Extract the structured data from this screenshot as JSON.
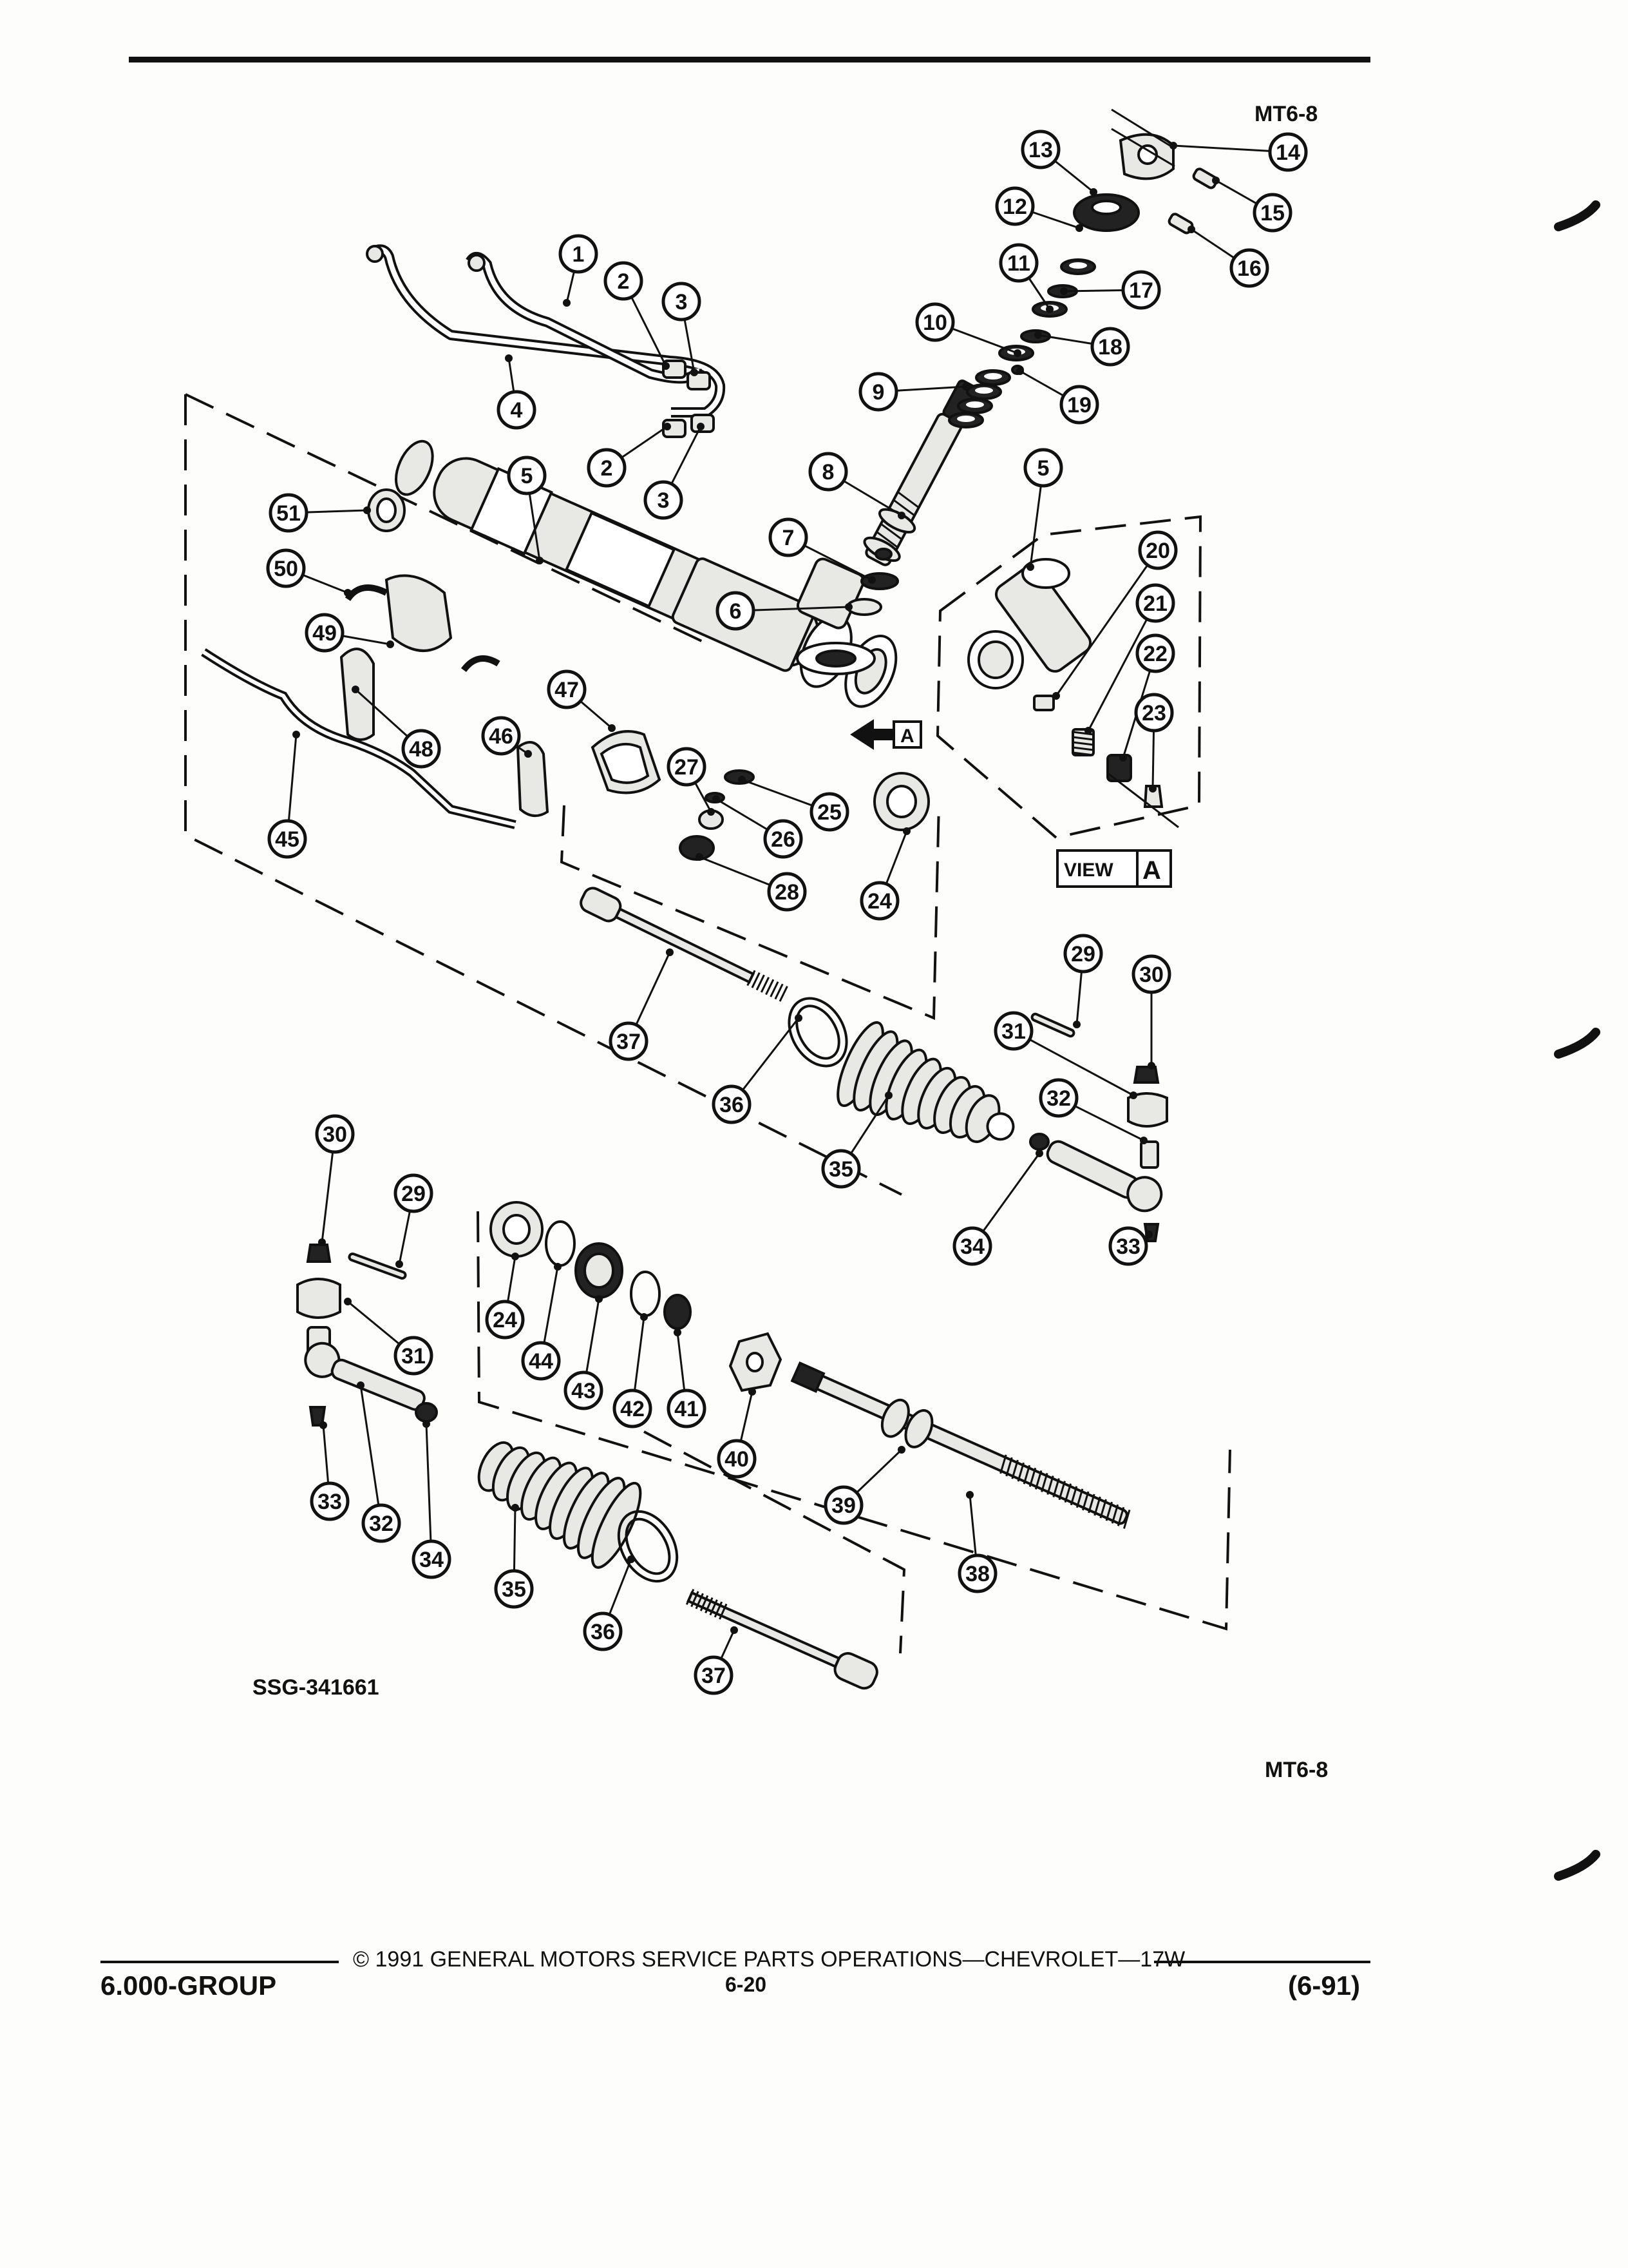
{
  "header": {
    "code_top": "MT6-8"
  },
  "view_label": {
    "prefix": "VIEW",
    "letter": "A"
  },
  "arrow_label": "A",
  "figure_code": "SSG-341661",
  "code_bottom": "MT6-8",
  "footer": {
    "copyright": "©  1991  GENERAL MOTORS SERVICE PARTS OPERATIONS—CHEVROLET—17W",
    "group": "6.000-GROUP",
    "page_number": "6-20",
    "date_code": "(6-91)"
  },
  "callout_numbers": [
    "1",
    "2",
    "3",
    "4",
    "5",
    "6",
    "7",
    "8",
    "9",
    "10",
    "11",
    "12",
    "13",
    "14",
    "15",
    "16",
    "17",
    "18",
    "19",
    "20",
    "21",
    "22",
    "23",
    "24",
    "25",
    "26",
    "27",
    "28",
    "29",
    "30",
    "31",
    "32",
    "33",
    "34",
    "35",
    "36",
    "37",
    "38",
    "39",
    "40",
    "41",
    "42",
    "43",
    "44",
    "45",
    "46",
    "47",
    "48",
    "49",
    "50",
    "51"
  ],
  "icons": [
    "tie-rod-end-icon",
    "bellows-boot-icon",
    "rack-housing-icon",
    "pinion-shaft-icon",
    "inner-tie-rod-icon",
    "rack-icon",
    "fluid-line-icon",
    "mounting-bracket-icon"
  ]
}
